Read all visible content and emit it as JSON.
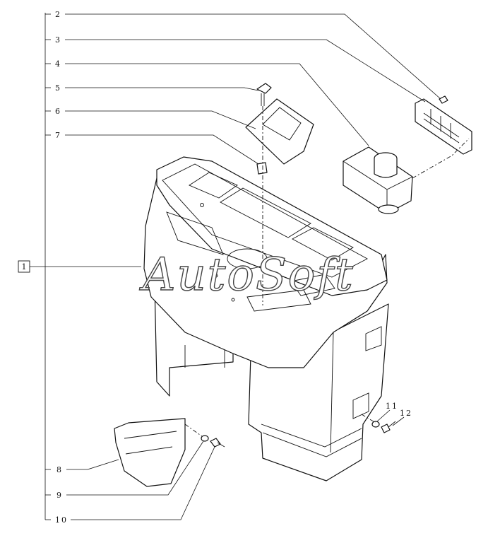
{
  "diagram": {
    "item_box_label": "1",
    "callouts": [
      {
        "id": "c2",
        "label": "2"
      },
      {
        "id": "c3",
        "label": "3"
      },
      {
        "id": "c4",
        "label": "4"
      },
      {
        "id": "c5",
        "label": "5"
      },
      {
        "id": "c6",
        "label": "6"
      },
      {
        "id": "c7",
        "label": "7"
      },
      {
        "id": "c8",
        "label": "8"
      },
      {
        "id": "c9",
        "label": "9"
      },
      {
        "id": "c10",
        "label": "10"
      },
      {
        "id": "c11",
        "label": "11"
      },
      {
        "id": "c12",
        "label": "12"
      }
    ],
    "watermark": "AutoSoft"
  }
}
